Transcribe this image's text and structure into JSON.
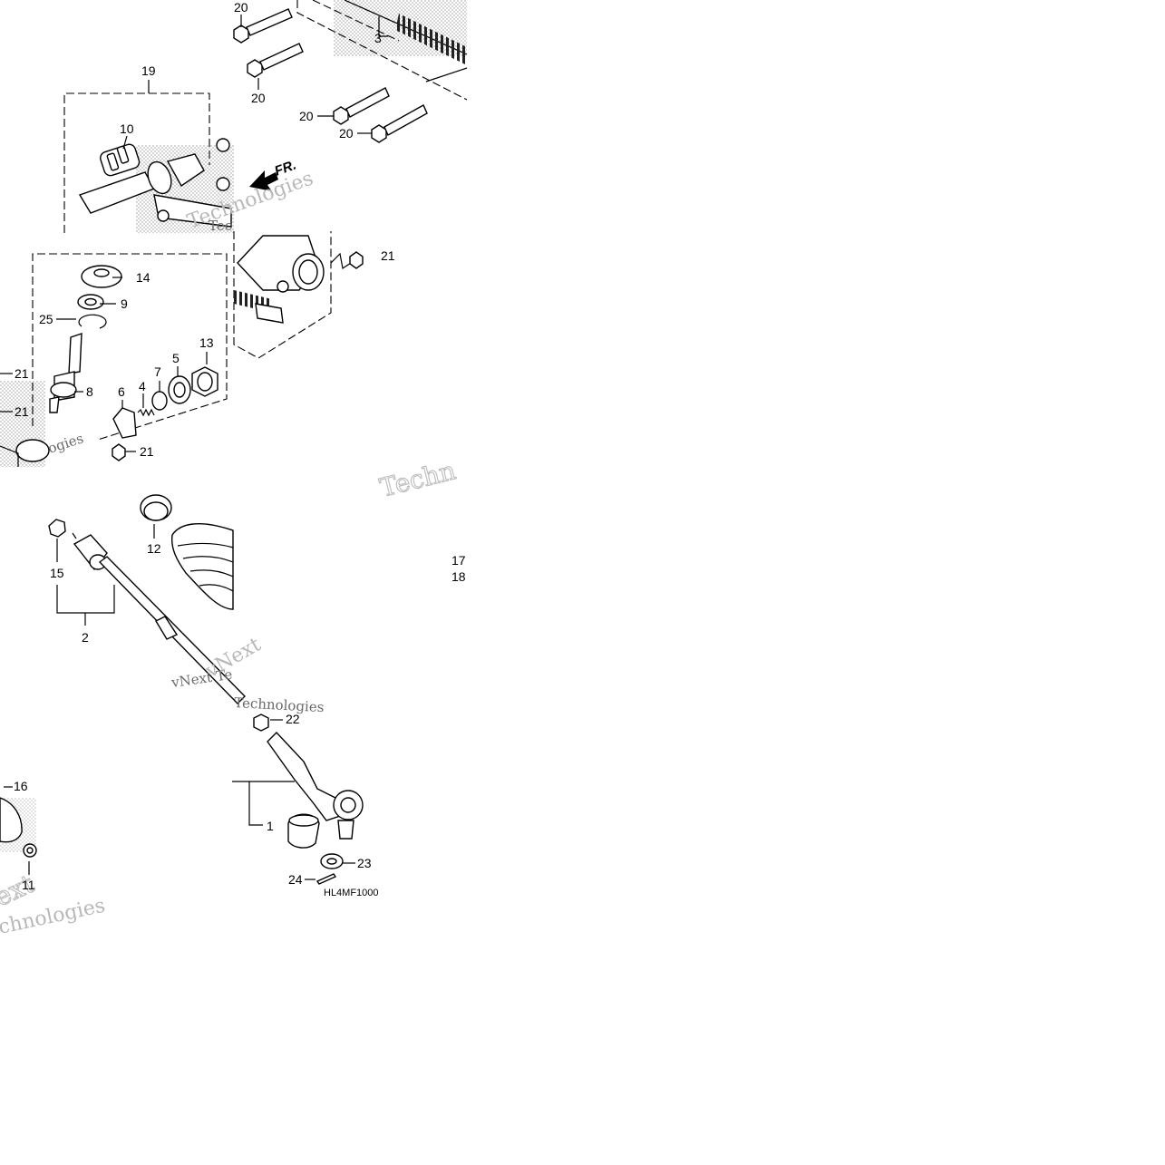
{
  "diagram": {
    "code": "HL4MF1000",
    "direction_marker": "FR.",
    "watermarks": {
      "technologies_a": "Technologies",
      "technologies_b": "chnologies",
      "technologies_c": "Technologies",
      "techn": "Techn",
      "vnext_te": "vNext Te",
      "vnext": "vNext",
      "ext": "ext",
      "tec": "Tec",
      "ogies": "ogies"
    },
    "callouts": {
      "c20a": "20",
      "c20b": "20",
      "c20c": "20",
      "c20d": "20",
      "c3": "3",
      "c19": "19",
      "c10": "10",
      "c21a": "21",
      "c21b": "21",
      "c21c": "21",
      "c21d": "21",
      "c14": "14",
      "c9": "9",
      "c25": "25",
      "c8": "8",
      "c13": "13",
      "c5": "5",
      "c7": "7",
      "c4": "4",
      "c6": "6",
      "c12": "12",
      "c15": "15",
      "c2": "2",
      "c17": "17",
      "c18": "18",
      "c22": "22",
      "c16": "16",
      "c1": "1",
      "c11": "11",
      "c23": "23",
      "c24": "24"
    }
  }
}
